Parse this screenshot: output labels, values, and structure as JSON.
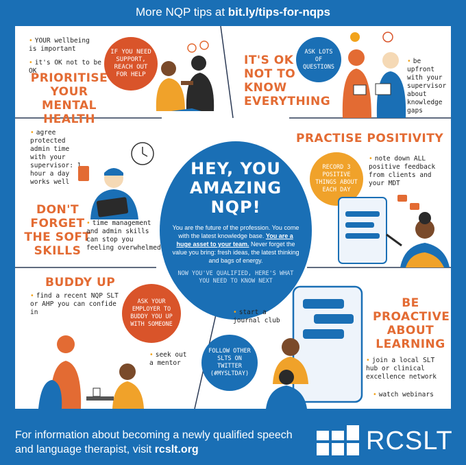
{
  "banner": {
    "prefix": "More NQP tips at ",
    "link": "bit.ly/tips-for-nqps"
  },
  "center": {
    "title": "HEY, YOU AMAZING NQP!",
    "body_1": "You are the future of the profession. You come with the latest knowledge base. ",
    "body_emph": "You are a huge asset to your team.",
    "body_2": " Never forget the value you bring: fresh ideas, the latest thinking and bags of energy.",
    "footer": "NOW YOU'VE QUALIFIED, HERE'S WHAT YOU NEED TO KNOW NEXT"
  },
  "sections": {
    "mental_health": {
      "heading": "PRIORITISE YOUR MENTAL HEALTH",
      "note_1": "YOUR wellbeing is important",
      "note_2": "it's OK not to be OK",
      "bubble": "IF YOU NEED SUPPORT, REACH OUT FOR HELP"
    },
    "not_know": {
      "heading": "IT'S OK NOT TO KNOW EVERYTHING",
      "bubble": "ASK LOTS OF QUESTIONS",
      "note": "be upfront with your supervisor about knowledge gaps"
    },
    "soft_skills": {
      "heading": "DON'T FORGET THE SOFT SKILLS",
      "note_1": "agree protected admin time with your supervisor: 1 hour a day works well",
      "note_2": "time management and admin skills can stop you feeling overwhelmed"
    },
    "positivity": {
      "heading": "PRACTISE POSITIVITY",
      "bubble": "RECORD 3 POSITIVE THINGS ABOUT EACH DAY",
      "note": "note down ALL positive feedback from clients and your MDT"
    },
    "buddy": {
      "heading": "BUDDY UP",
      "note_1": "find a recent NQP SLT or AHP you can confide in",
      "bubble": "ASK YOUR EMPLOYER TO BUDDY YOU UP WITH SOMEONE",
      "note_2": "seek out a mentor"
    },
    "learning": {
      "heading": "BE PROACTIVE ABOUT LEARNING",
      "note_1": "start a journal club",
      "bubble": "FOLLOW OTHER SLTs ON TWITTER (#MYSLTDAY)",
      "note_2": "join a local SLT hub or clinical excellence network",
      "note_3": "watch webinars"
    }
  },
  "footer": {
    "text": "For information about becoming a newly qualified speech and language therapist, visit ",
    "link": "rcslt.org"
  },
  "logo": {
    "word": "RCSLT"
  },
  "colors": {
    "brand_blue": "#1a6fb5",
    "orange": "#e36b33",
    "amber": "#f2a31b",
    "highlight": "#fde9a8",
    "bubble_red": "#d9542a",
    "bubble_orange": "#f0a22a"
  }
}
